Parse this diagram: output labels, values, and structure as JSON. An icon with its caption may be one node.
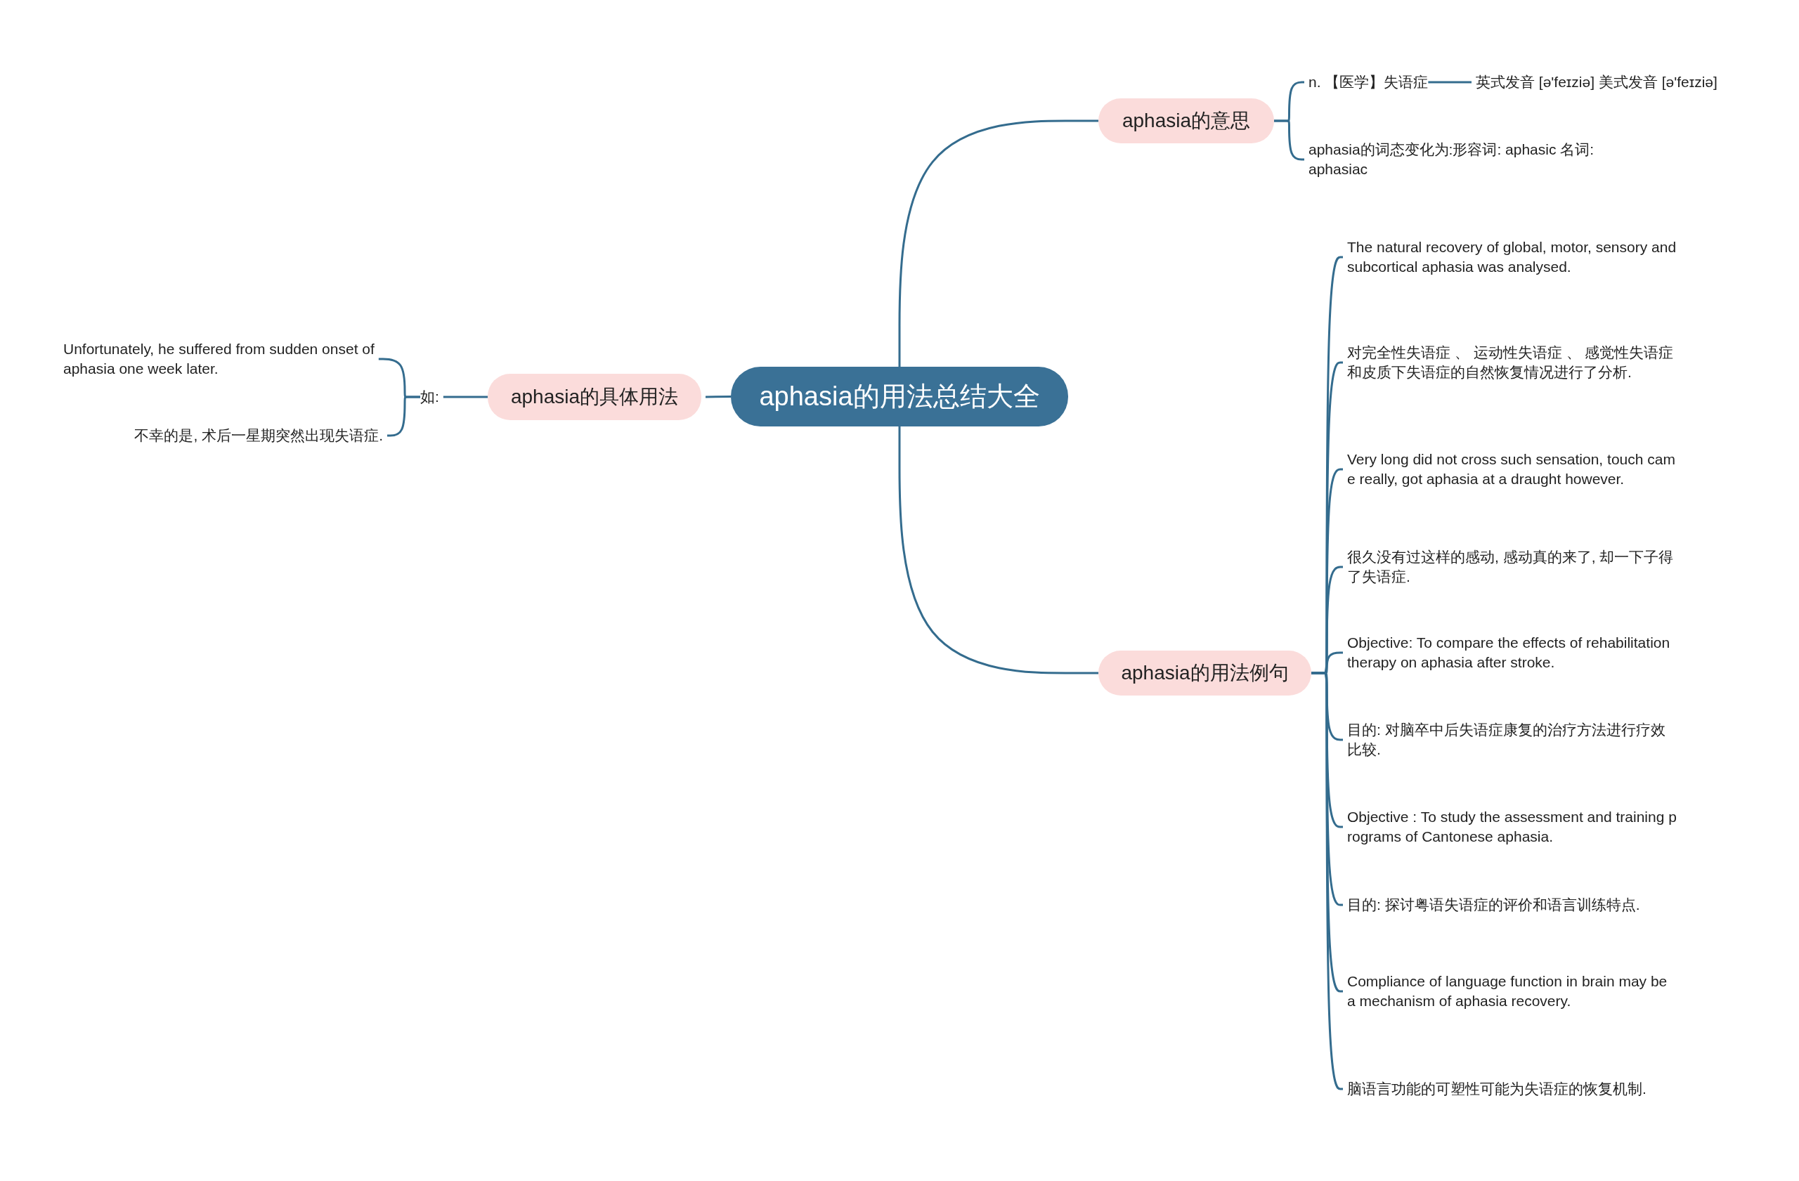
{
  "diagram": {
    "nodes": [
      {
        "text": [
          "aphasia的用法总结大全"
        ]
      },
      {
        "text": [
          "aphasia的意思"
        ]
      },
      {
        "text": [
          "n. 【医学】失语症"
        ]
      },
      {
        "text": [
          "英式发音 [ə'feɪziə] 美式发音 [ə'feɪziə]"
        ]
      },
      {
        "text": [
          "aphasia的词态变化为:形容词: aphasic 名词: aphasiac"
        ]
      },
      {
        "text": [
          "aphasia的具体用法"
        ]
      },
      {
        "text": [
          "如:"
        ]
      },
      {
        "text": [
          "Unfortunately, he suffered from sudden onset of aphasia one week later."
        ]
      },
      {
        "text": [
          "不幸的是, 术后一星期突然出现失语症."
        ]
      },
      {
        "text": [
          "aphasia的用法例句"
        ]
      },
      {
        "text": [
          "The natural recovery of global, motor, sensory and subcortical aphasia was analysed."
        ]
      },
      {
        "text": [
          "对完全性失语症 、 运动性失语症 、 感觉性失语症和皮质下失语症的自然恢复情况进行了分析."
        ]
      },
      {
        "text": [
          "Very long did not cross such sensation, touch came really, got aphasia at a draught however."
        ]
      },
      {
        "text": [
          "很久没有过这样的感动, 感动真的来了, 却一下子得了失语症."
        ]
      },
      {
        "text": [
          "Objective: To compare the effects of rehabilitation therapy on aphasia after stroke."
        ]
      },
      {
        "text": [
          "目的: 对脑卒中后失语症康复的治疗方法进行疗效比较."
        ]
      },
      {
        "text": [
          "Objective : To study the assessment and training programs of Cantonese aphasia."
        ]
      },
      {
        "text": [
          "目的: 探讨粤语失语症的评价和语言训练特点."
        ]
      },
      {
        "text": [
          "Compliance of language function in brain may be a mechanism of aphasia recovery."
        ]
      },
      {
        "text": [
          "脑语言功能的可塑性可能为失语症的恢复机制."
        ]
      }
    ],
    "edges": [
      {
        "from": 0,
        "to": 1,
        "arrow": "none"
      },
      {
        "from": 1,
        "to": 2,
        "arrow": "none"
      },
      {
        "from": 2,
        "to": 3,
        "arrow": "none"
      },
      {
        "from": 1,
        "to": 4,
        "arrow": "none"
      },
      {
        "from": 0,
        "to": 5,
        "arrow": "none"
      },
      {
        "from": 5,
        "to": 6,
        "arrow": "none"
      },
      {
        "from": 6,
        "to": 7,
        "arrow": "none"
      },
      {
        "from": 6,
        "to": 8,
        "arrow": "none"
      },
      {
        "from": 0,
        "to": 9,
        "arrow": "none"
      },
      {
        "from": 9,
        "to": 10,
        "arrow": "none"
      },
      {
        "from": 9,
        "to": 11,
        "arrow": "none"
      },
      {
        "from": 9,
        "to": 12,
        "arrow": "none"
      },
      {
        "from": 9,
        "to": 13,
        "arrow": "none"
      },
      {
        "from": 9,
        "to": 14,
        "arrow": "none"
      },
      {
        "from": 9,
        "to": 15,
        "arrow": "none"
      },
      {
        "from": 9,
        "to": 16,
        "arrow": "none"
      },
      {
        "from": 9,
        "to": 17,
        "arrow": "none"
      },
      {
        "from": 9,
        "to": 18,
        "arrow": "none"
      },
      {
        "from": 9,
        "to": 19,
        "arrow": "none"
      }
    ]
  }
}
